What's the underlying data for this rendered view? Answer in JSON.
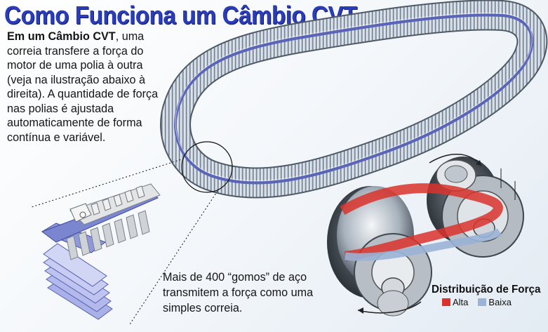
{
  "title": "Como Funciona um Câmbio CVT",
  "intro": {
    "bold": "Em um Câmbio CVT",
    "text": ", uma correia transfere a força do motor de uma polia à outra (veja na ilustração abaixo à direita). A quantidade de força nas polias é ajustada automaticamente de forma contínua e variável."
  },
  "caption": "Mais de 400 “gomos” de aço transmitem a força como uma simples correia.",
  "legend": {
    "title": "Distribuição de Força",
    "items": [
      {
        "label": "Alta",
        "color": "#d9332b"
      },
      {
        "label": "Baixa",
        "color": "#9ab3d6"
      }
    ]
  },
  "colors": {
    "title": "#2a3cb8",
    "belt_band": "#5a64b8",
    "belt_metal": "#b8c4d2"
  }
}
